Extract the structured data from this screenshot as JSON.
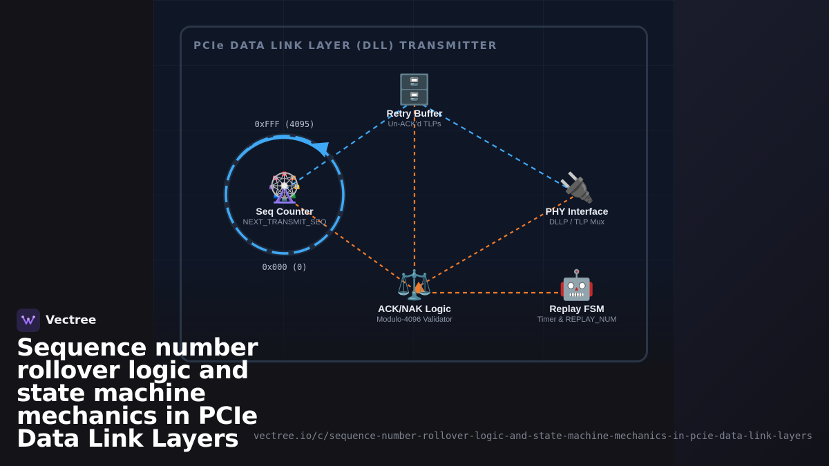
{
  "diagram": {
    "title": "PCIe DATA LINK LAYER (DLL) TRANSMITTER",
    "counter_max_label": "0xFFF (4095)",
    "counter_min_label": "0x000 (0)",
    "nodes": {
      "seq_counter": {
        "icon": "🎡",
        "icon_name": "ferris-wheel-icon",
        "name": "Seq Counter",
        "sub": "NEXT_TRANSMIT_SEQ"
      },
      "retry_buffer": {
        "icon": "🗄️",
        "icon_name": "file-cabinet-icon",
        "name": "Retry Buffer",
        "sub": "Un-ACK'd TLPs"
      },
      "phy_interface": {
        "icon": "🔌",
        "icon_name": "plug-icon",
        "name": "PHY Interface",
        "sub": "DLLP / TLP Mux"
      },
      "ack_nak_logic": {
        "icon": "⚖️",
        "icon_name": "scales-icon",
        "name": "ACK/NAK Logic",
        "sub": "Modulo-4096 Validator"
      },
      "replay_fsm": {
        "icon": "🤖",
        "icon_name": "robot-icon",
        "name": "Replay FSM",
        "sub": "Timer & REPLAY_NUM"
      }
    },
    "colors": {
      "blue_link": "#3fa9f5",
      "orange_link": "#f07b2a",
      "ring_track": "#1e2a3c"
    }
  },
  "brand": {
    "name": "Vectree"
  },
  "headline": "Sequence number rollover logic and state machine mechanics in PCIe Data Link Layers",
  "url": "vectree.io/c/sequence-number-rollover-logic-and-state-machine-mechanics-in-pcie-data-link-layers"
}
